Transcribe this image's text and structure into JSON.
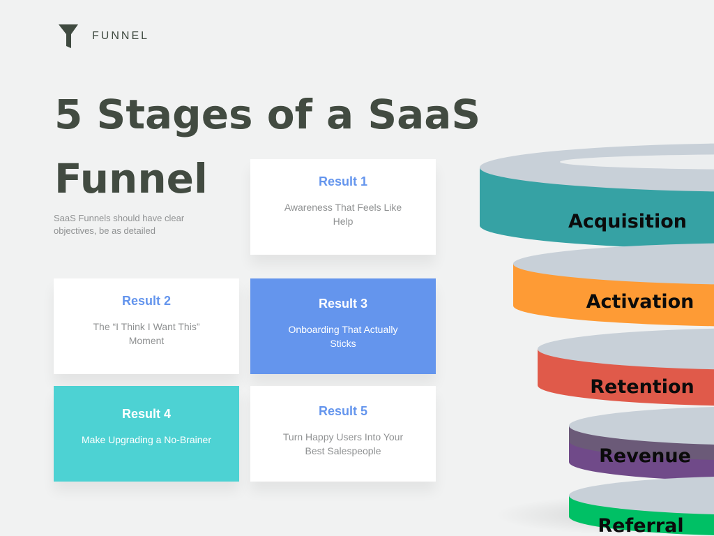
{
  "brand": {
    "name": "FUNNEL",
    "icon": "funnel-icon"
  },
  "title": "5 Stages of a SaaS Funnel",
  "subtitle": "SaaS Funnels should have clear objectives, be as detailed",
  "results": [
    {
      "title": "Result 1",
      "text": "Awareness That Feels Like Help"
    },
    {
      "title": "Result 2",
      "text": "The “I Think I Want This” Moment"
    },
    {
      "title": "Result 3",
      "text": "Onboarding That Actually Sticks"
    },
    {
      "title": "Result 4",
      "text": "Make Upgrading a No-Brainer"
    },
    {
      "title": "Result 5",
      "text": "Turn Happy Users Into Your Best Salespeople"
    }
  ],
  "stages": [
    {
      "label": "Acquisition",
      "color": "#36a2a4"
    },
    {
      "label": "Activation",
      "color": "#fe9b35"
    },
    {
      "label": "Retention",
      "color": "#e05a4a"
    },
    {
      "label": "Revenue",
      "color": "#704a89"
    },
    {
      "label": "Referral",
      "color": "#00c065"
    }
  ],
  "colors": {
    "accent_blue": "#6495ed",
    "accent_teal": "#4dd2d3",
    "title": "#424b41",
    "disc_top": "#c8d0d8"
  }
}
